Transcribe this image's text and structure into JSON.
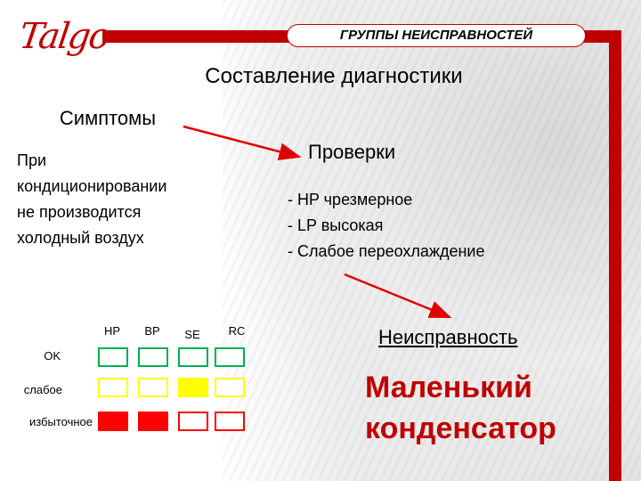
{
  "logo": {
    "text": "Talgo",
    "color": "#c00000"
  },
  "header": {
    "label": "ГРУППЫ НЕИСПРАВНОСТЕЙ"
  },
  "slide": {
    "title": "Составление диагностики"
  },
  "symptoms": {
    "heading": "Симптомы",
    "lines": [
      "При",
      "кондиционировании",
      "не производится",
      "холодный воздух"
    ]
  },
  "checks": {
    "heading": "Проверки",
    "items": [
      "- HP чрезмерное",
      "- LP высокая",
      "- Слабое переохлаждение"
    ]
  },
  "fault": {
    "heading": "Неисправность",
    "lines": [
      "Маленький",
      "конденсатор"
    ]
  },
  "matrix": {
    "columns": [
      "HP",
      "BP",
      "SE",
      "RC"
    ],
    "rows": [
      {
        "label": "OK",
        "cells": [
          "empty",
          "empty",
          "empty",
          "empty"
        ],
        "border": "#00b050"
      },
      {
        "label": "слабое",
        "cells": [
          "empty",
          "empty",
          "filled",
          "empty"
        ],
        "border": "#ffff00"
      },
      {
        "label": "избыточное",
        "cells": [
          "filled",
          "filled",
          "empty",
          "empty"
        ],
        "border": "#ff0000"
      }
    ]
  },
  "colors": {
    "accent": "#c00000",
    "ok": "#00b050",
    "weak": "#ffff00",
    "excess": "#ff0000"
  }
}
